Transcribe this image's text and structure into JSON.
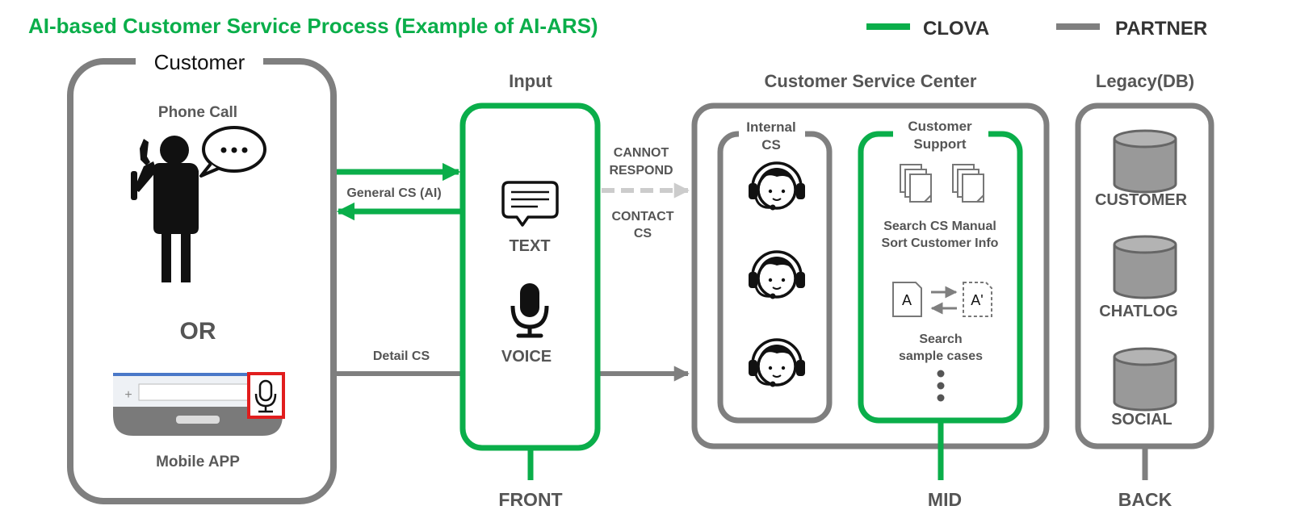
{
  "title": "AI-based Customer Service Process (Example of AI-ARS)",
  "legend": {
    "clova": "CLOVA",
    "partner": "PARTNER"
  },
  "colors": {
    "clova": "#0aae4a",
    "partner": "#7f7f7f",
    "dashed": "#cccccc",
    "mic_frame": "#e11d1d",
    "text": "#595959",
    "icon": "#111111"
  },
  "customer": {
    "title": "Customer",
    "phone_call": "Phone Call",
    "or": "OR",
    "mobile_app": "Mobile APP",
    "input_plus": "+",
    "speech_bubble_icon": "ellipsis-speech-bubble-icon",
    "person_icon": "person-on-phone-icon",
    "phone_icon": "mobile-phone-icon",
    "mic_icon": "microphone-icon"
  },
  "flows": {
    "general_cs": "General CS (AI)",
    "detail_cs": "Detail CS",
    "cannot_respond_line1": "CANNOT",
    "cannot_respond_line2": "RESPOND",
    "contact_cs_line1": "CONTACT",
    "contact_cs_line2": "CS"
  },
  "input": {
    "title": "Input",
    "text": "TEXT",
    "voice": "VOICE",
    "text_icon": "chat-message-icon",
    "voice_icon": "microphone-icon"
  },
  "service_center": {
    "title": "Customer Service Center",
    "internal_line1": "Internal",
    "internal_line2": "CS",
    "agent_icon": "headset-agent-icon",
    "support_line1": "Customer",
    "support_line2": "Support",
    "docs_icon": "document-stack-icon",
    "search_manual": "Search CS Manual",
    "sort_info": "Sort Customer Info",
    "doc_a": "A",
    "doc_a_prime": "A'",
    "swap_icon": "swap-arrows-icon",
    "search_line1": "Search",
    "search_line2": "sample cases",
    "more_icon": "vertical-ellipsis-icon"
  },
  "legacy": {
    "title": "Legacy(DB)",
    "db_icon": "database-icon",
    "databases": [
      "CUSTOMER",
      "CHATLOG",
      "SOCIAL"
    ]
  },
  "tiers": {
    "front": "FRONT",
    "mid": "MID",
    "back": "BACK"
  }
}
